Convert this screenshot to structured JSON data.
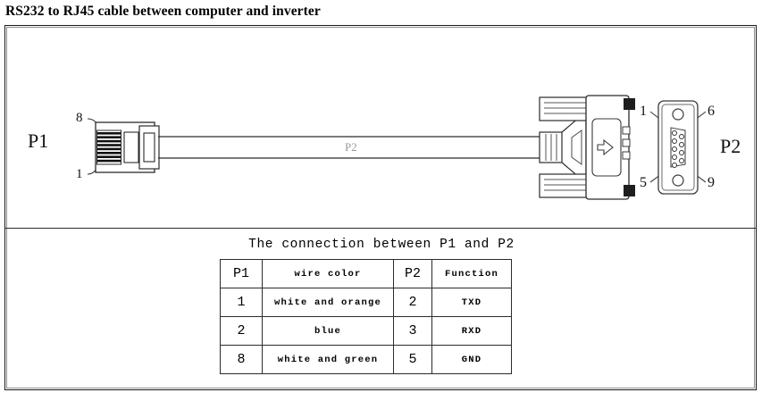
{
  "title": "RS232 to RJ45 cable between computer and inverter",
  "diagram": {
    "left_connector": {
      "label": "P1",
      "type": "rj45-connector",
      "pin_top": "8",
      "pin_bottom": "1"
    },
    "cable": {
      "marking": "P2"
    },
    "right_connector": {
      "type": "db9-connector-hood"
    },
    "right_pinout": {
      "label": "P2",
      "type": "db9-female-face",
      "pin_top_left": "1",
      "pin_top_right": "6",
      "pin_bottom_left": "5",
      "pin_bottom_right": "9"
    }
  },
  "table": {
    "caption": "The connection between P1 and P2",
    "headers": [
      "P1",
      "wire color",
      "P2",
      "Function"
    ],
    "rows": [
      [
        "1",
        "white and orange",
        "2",
        "TXD"
      ],
      [
        "2",
        "blue",
        "3",
        "RXD"
      ],
      [
        "8",
        "white and green",
        "5",
        "GND"
      ]
    ]
  },
  "colors": {
    "ink": "#000000",
    "frame": "#1a1a1a",
    "line": "#4a4a4a"
  }
}
